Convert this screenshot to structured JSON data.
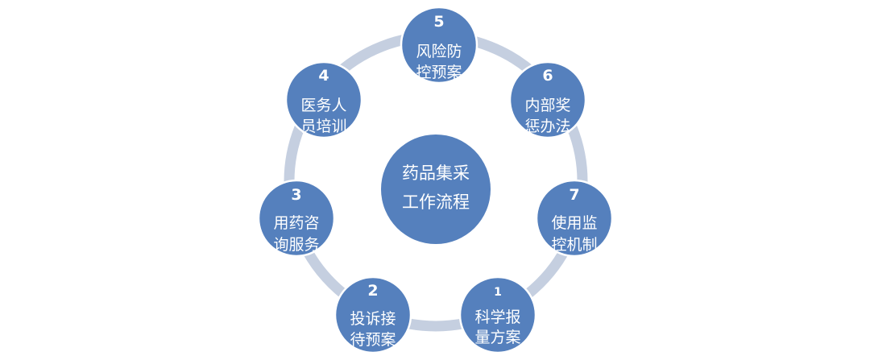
{
  "center": {
    "line1": "药品集采",
    "line2": "工作流程"
  },
  "nodes": [
    {
      "number": "5",
      "line1": "风险防",
      "line2": "控预案"
    },
    {
      "number": "6",
      "line1": "内部奖",
      "line2": "惩办法"
    },
    {
      "number": "7",
      "line1": "使用监",
      "line2": "控机制"
    },
    {
      "number": "1",
      "line1": "科学报",
      "line2": "量方案"
    },
    {
      "number": "2",
      "line1": "投诉接",
      "line2": "待预案"
    },
    {
      "number": "3",
      "line1": "用药咨",
      "line2": "询服务"
    },
    {
      "number": "4",
      "line1": "医务人",
      "line2": "员培训"
    }
  ],
  "colors": {
    "node_fill": "#5580bd",
    "ring": "#c5cfe0",
    "text": "#ffffff"
  }
}
